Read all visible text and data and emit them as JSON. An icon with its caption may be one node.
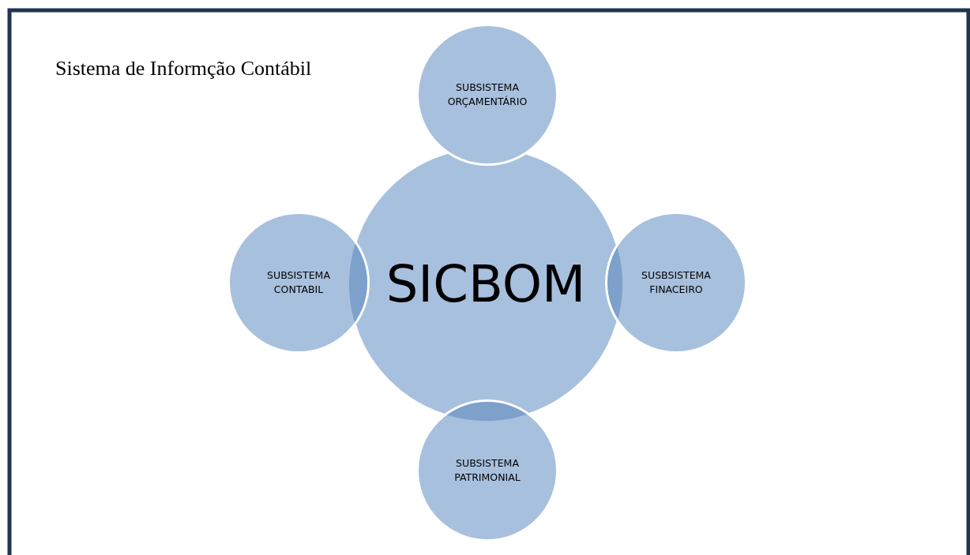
{
  "diagram": {
    "title": "Sistema de Informção Contábil",
    "nodes": [
      {
        "text": [
          "SICBOM"
        ]
      },
      {
        "text": [
          "SUBSISTEMA ORÇAMENTÁRIO"
        ]
      },
      {
        "text": [
          "SUBSISTEMA CONTABIL"
        ]
      },
      {
        "text": [
          "SUSBSISTEMA FINACEIRO"
        ]
      },
      {
        "text": [
          "SUBSISTEMA PATRIMONIAL"
        ]
      }
    ]
  }
}
